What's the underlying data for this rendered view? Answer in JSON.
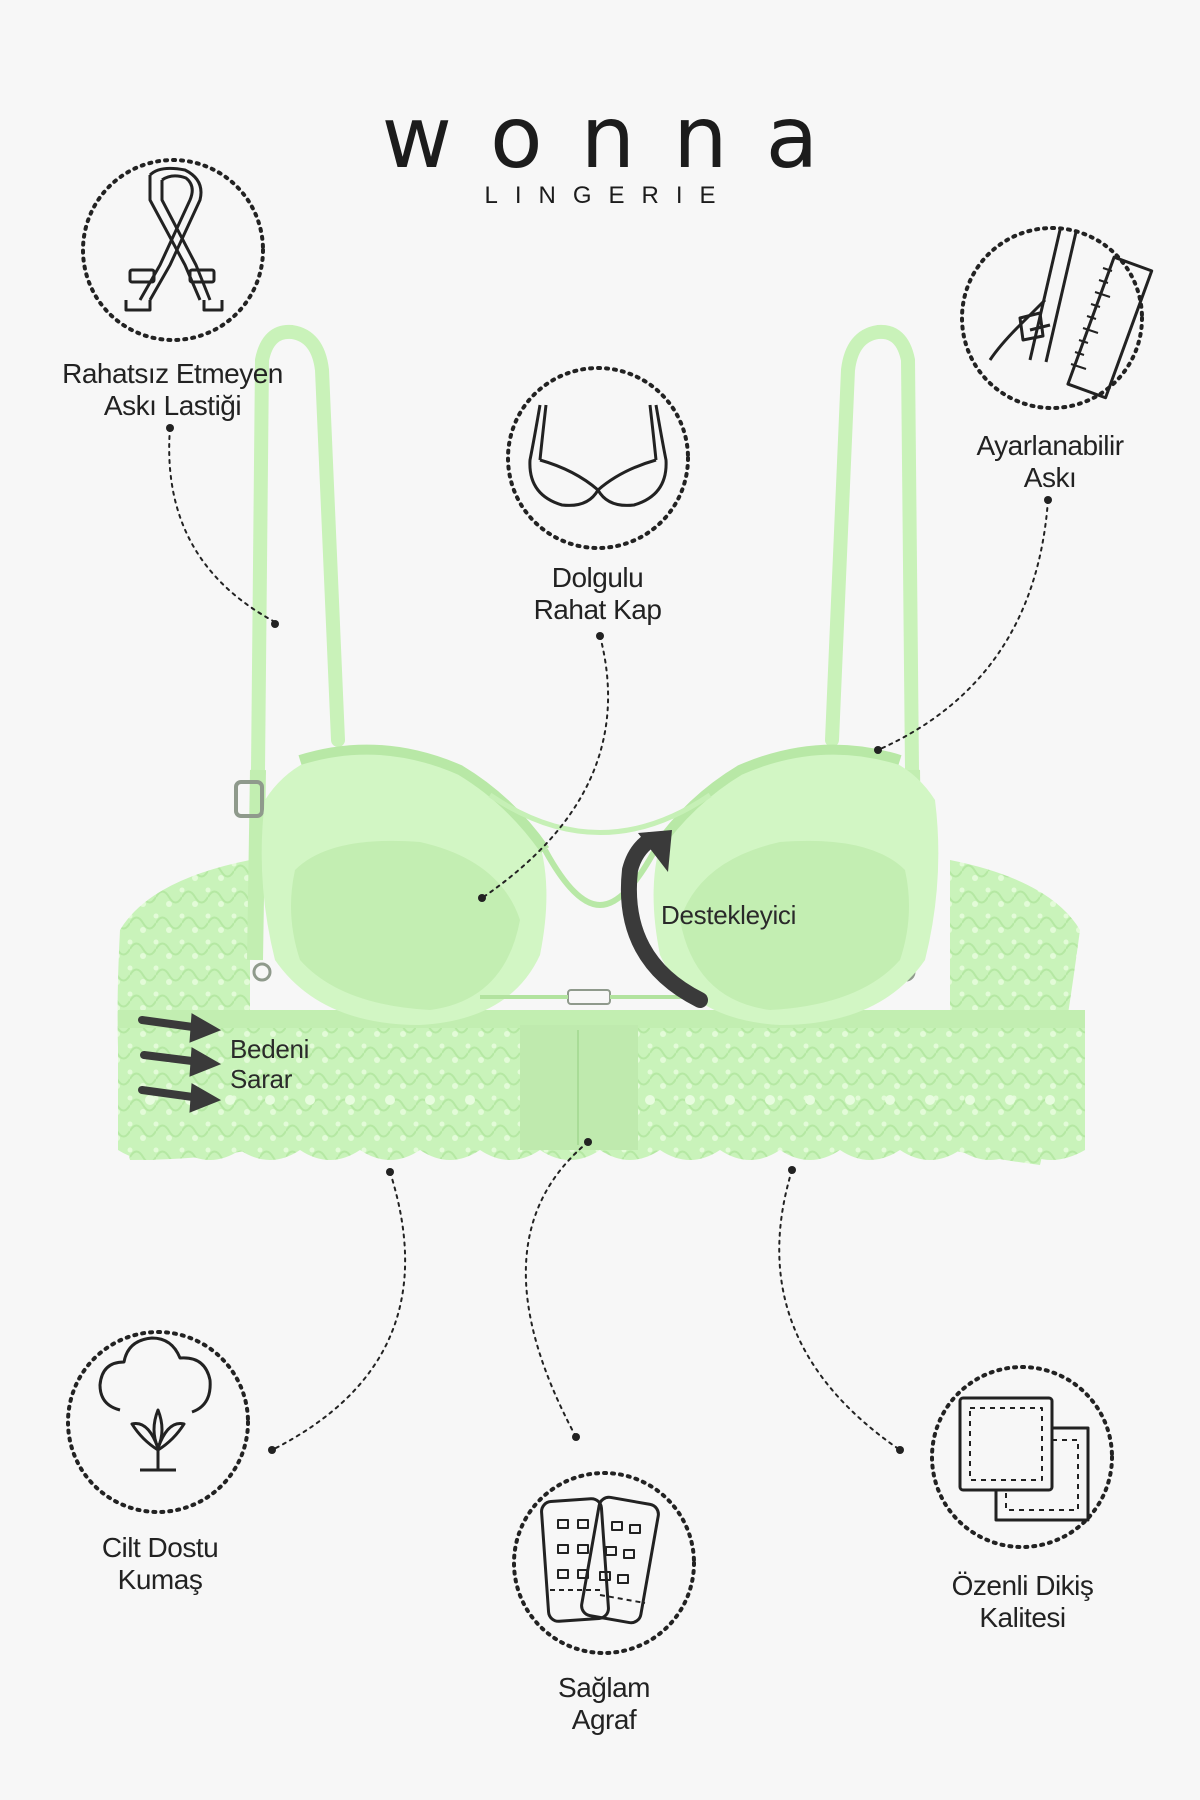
{
  "brand": {
    "name": "wonna",
    "tagline": "LINGERIE"
  },
  "product_color": "#cdf5bf",
  "features": {
    "strap": {
      "line1": "Rahatsız Etmeyen",
      "line2": "Askı Lastiği",
      "icon": "strap-icon"
    },
    "padded_cup": {
      "line1": "Dolgulu",
      "line2": "Rahat Kap",
      "icon": "bra-cup-icon"
    },
    "adjustable": {
      "line1": "Ayarlanabilir",
      "line2": "Askı",
      "icon": "ruler-strap-icon"
    },
    "support": {
      "line1": "Destekleyici"
    },
    "wrap": {
      "line1": "Bedeni",
      "line2": "Sarar"
    },
    "fabric": {
      "line1": "Cilt Dostu",
      "line2": "Kumaş",
      "icon": "cotton-icon"
    },
    "clasp": {
      "line1": "Sağlam",
      "line2": "Agraf",
      "icon": "hook-eye-icon"
    },
    "stitch": {
      "line1": "Özenli Dikiş",
      "line2": "Kalitesi",
      "icon": "stitch-icon"
    }
  }
}
